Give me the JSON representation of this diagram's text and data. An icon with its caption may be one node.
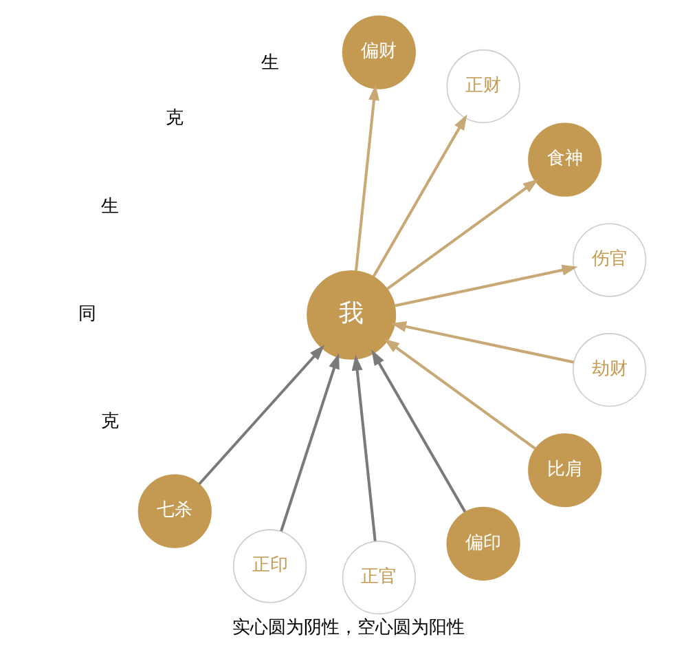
{
  "diagram": {
    "caption": "实心圆为阴性，空心圆为阳性",
    "nodes": [
      {
        "text": [
          "伤官"
        ]
      },
      {
        "text": [
          "食神"
        ]
      },
      {
        "text": [
          "七杀"
        ]
      },
      {
        "text": [
          "正印"
        ]
      },
      {
        "text": [
          "正官"
        ]
      },
      {
        "text": [
          "我"
        ]
      },
      {
        "text": [
          "偏印"
        ]
      },
      {
        "text": [
          "比肩"
        ]
      },
      {
        "text": [
          "正财"
        ]
      },
      {
        "text": [
          "劫财"
        ]
      },
      {
        "text": [
          "偏财"
        ]
      }
    ],
    "edges": [
      {
        "from": 5,
        "to": 0,
        "arrow": "to"
      },
      {
        "from": 5,
        "to": 1,
        "arrow": "to"
      },
      {
        "from": 2,
        "to": 5,
        "arrow": "to",
        "color": "#7a7a7a"
      },
      {
        "from": 3,
        "to": 5,
        "arrow": "to",
        "color": "#7a7a7a"
      },
      {
        "from": 4,
        "to": 5,
        "arrow": "to",
        "color": "#7a7a7a"
      },
      {
        "from": 6,
        "to": 5,
        "arrow": "to",
        "color": "#7a7a7a"
      },
      {
        "from": 7,
        "to": 5,
        "arrow": "to"
      },
      {
        "from": 9,
        "to": 5,
        "arrow": "to"
      },
      {
        "from": 5,
        "to": 8,
        "arrow": "to"
      },
      {
        "from": 5,
        "to": 10,
        "arrow": "to"
      }
    ],
    "labels": [
      "生",
      "克",
      "生",
      "同",
      "克"
    ]
  }
}
